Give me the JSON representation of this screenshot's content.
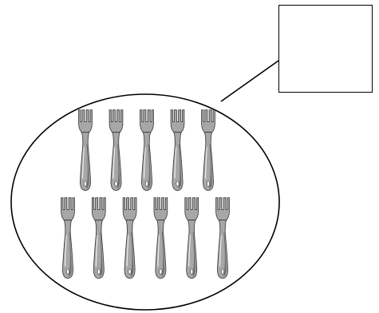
{
  "figure": {
    "object": "fork",
    "fork_rows": [
      5,
      6
    ],
    "answer_box_value": ""
  },
  "colors": {
    "outline": "#000000",
    "fork_fill": "#a7a7a7",
    "fork_shade": "#6e6e6e",
    "fork_highlight": "#e6e6e6",
    "background": "#ffffff"
  },
  "icons": {
    "item": "fork-icon"
  }
}
